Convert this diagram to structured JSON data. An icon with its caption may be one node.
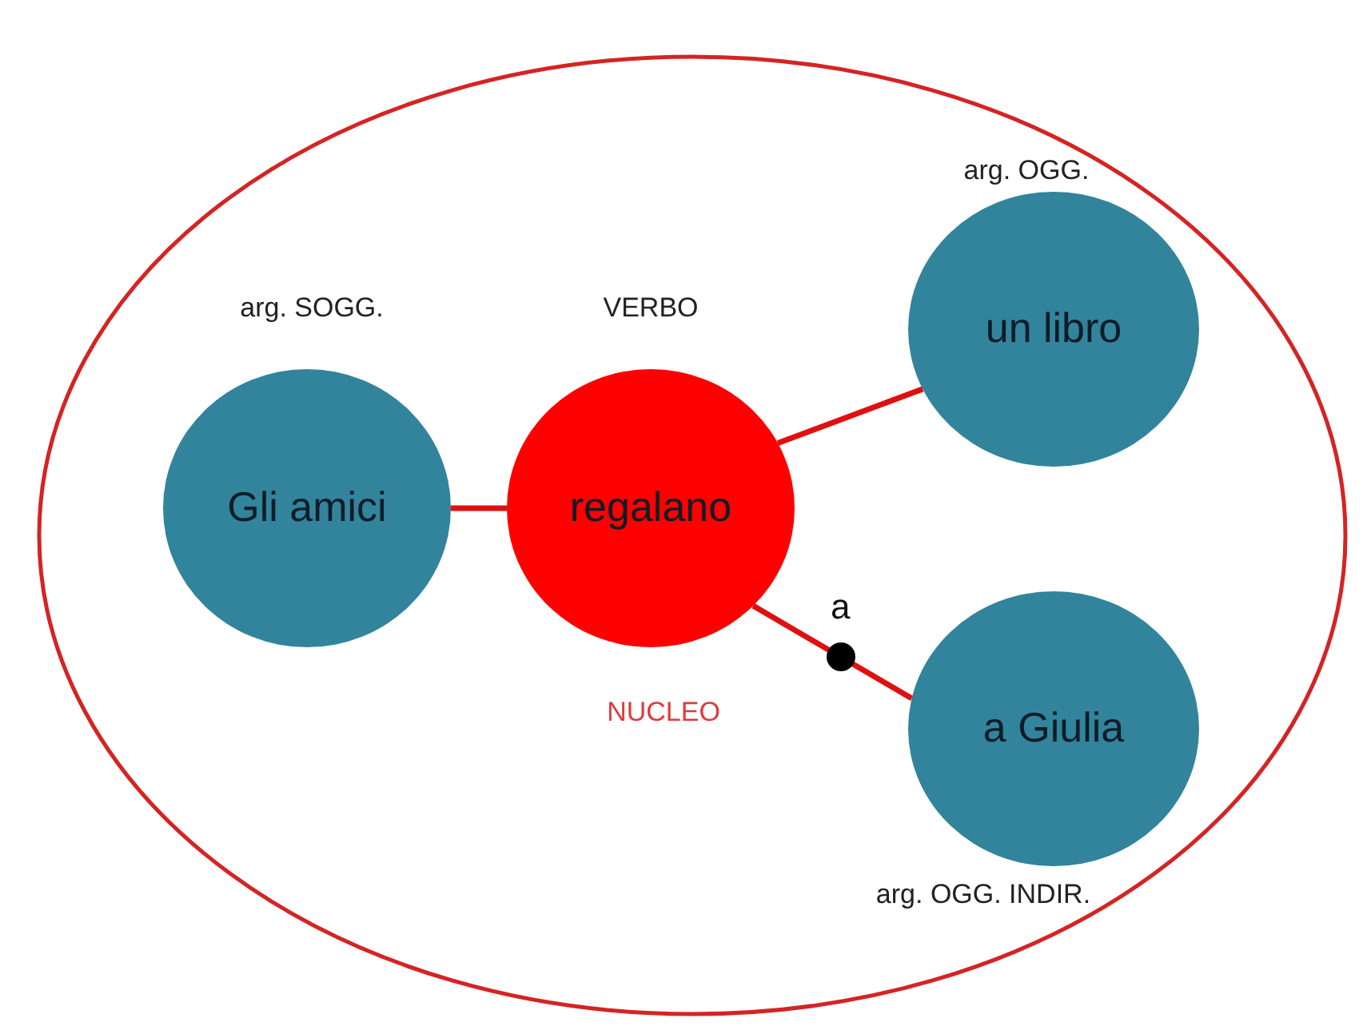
{
  "diagram": {
    "nodes": [
      {
        "text": [],
        "shape": "ellipse"
      },
      {
        "text": [
          "Gli amici"
        ],
        "in": 0,
        "beside": [
          "arg. SOGG."
        ]
      },
      {
        "text": [
          "regalano"
        ],
        "in": 0,
        "beside": [
          "VERBO"
        ]
      },
      {
        "text": [
          "un libro"
        ],
        "in": 0,
        "beside": [
          "arg. OGG."
        ]
      },
      {
        "text": [
          "a Giulia"
        ],
        "in": 0,
        "beside": [
          "arg. OGG. INDIR."
        ]
      }
    ],
    "edges": [
      {
        "from": 1,
        "to": 2,
        "arrow": "none"
      },
      {
        "from": 2,
        "to": 3,
        "arrow": "none"
      },
      {
        "from": 2,
        "to": 4,
        "arrow": "none",
        "label": "a"
      }
    ],
    "labels": [
      "NUCLEO"
    ]
  }
}
